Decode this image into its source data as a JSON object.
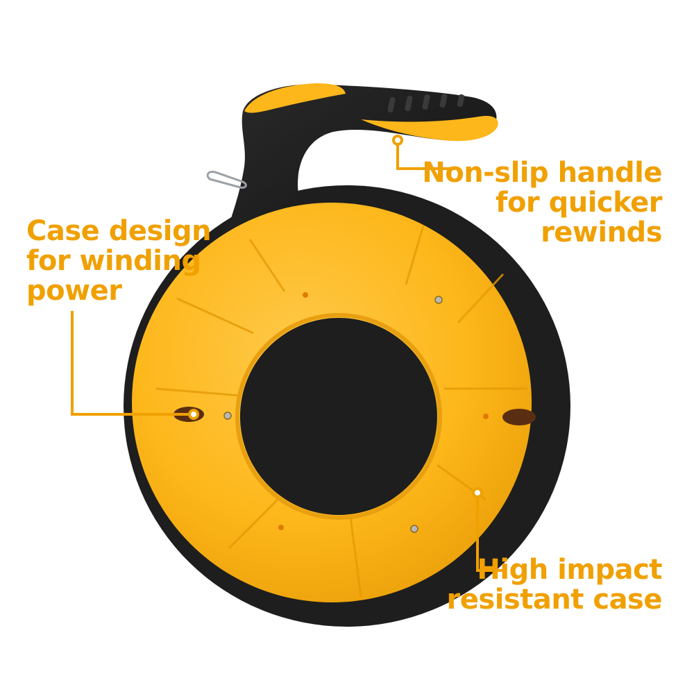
{
  "colors": {
    "accent": "#F0A000",
    "case_yellow": "#FDB71A",
    "case_shade": "#EFA40E",
    "handle_black": "#1B1B1B",
    "background": "#FFFFFF"
  },
  "callouts": {
    "case_design": "Case design\nfor winding\npower",
    "handle": "Non-slip handle\nfor quicker\nrewinds",
    "impact": "High impact\nresistant case"
  }
}
